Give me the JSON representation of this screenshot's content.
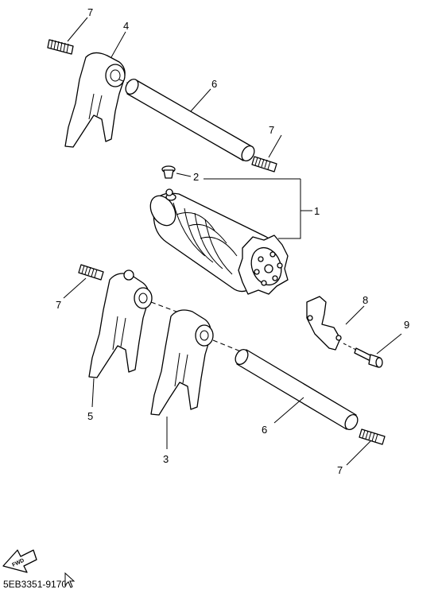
{
  "callouts": {
    "c7a": "7",
    "c4": "4",
    "c6a": "6",
    "c7b": "7",
    "c2": "2",
    "c1": "1",
    "c7c": "7",
    "c8": "8",
    "c9": "9",
    "c5": "5",
    "c6b": "6",
    "c3": "3",
    "c7d": "7"
  },
  "fwd_label": "FWD",
  "part_code": "5EB3351-9170"
}
